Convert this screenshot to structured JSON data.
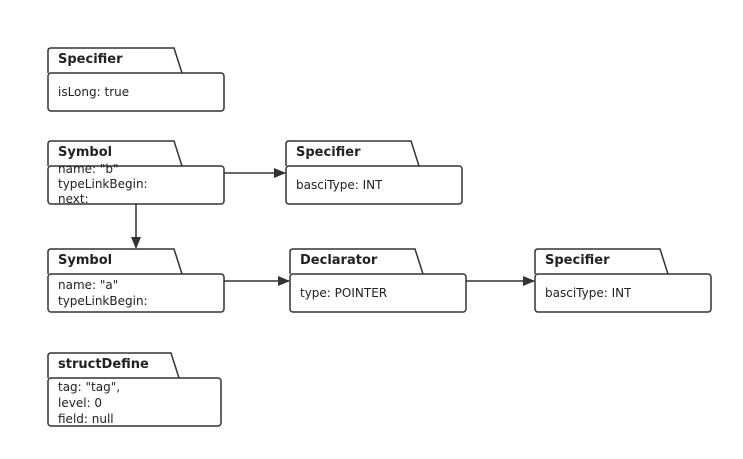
{
  "nodes": {
    "spec_top": {
      "title": "Specifier",
      "fields": [
        "isLong: true"
      ]
    },
    "sym_b": {
      "title": "Symbol",
      "fields": [
        "name: \"b\"",
        "typeLinkBegin:",
        "next:"
      ]
    },
    "spec_b": {
      "title": "Specifier",
      "fields": [
        "basciType: INT"
      ]
    },
    "sym_a": {
      "title": "Symbol",
      "fields": [
        "name: \"a\"",
        "typeLinkBegin:"
      ]
    },
    "decl_a": {
      "title": "Declarator",
      "fields": [
        "type: POINTER"
      ]
    },
    "spec_a": {
      "title": "Specifier",
      "fields": [
        "basciType: INT"
      ]
    },
    "struct_def": {
      "title": "structDefine",
      "fields": [
        "tag: \"tag\",",
        "level: 0",
        "field: null"
      ]
    }
  },
  "edges": [
    {
      "from": "sym_b",
      "to": "spec_b"
    },
    {
      "from": "sym_b",
      "to": "sym_a"
    },
    {
      "from": "sym_a",
      "to": "decl_a"
    },
    {
      "from": "decl_a",
      "to": "spec_a"
    }
  ],
  "colors": {
    "stroke": "#333333",
    "fill": "#ffffff",
    "text": "#222222"
  }
}
